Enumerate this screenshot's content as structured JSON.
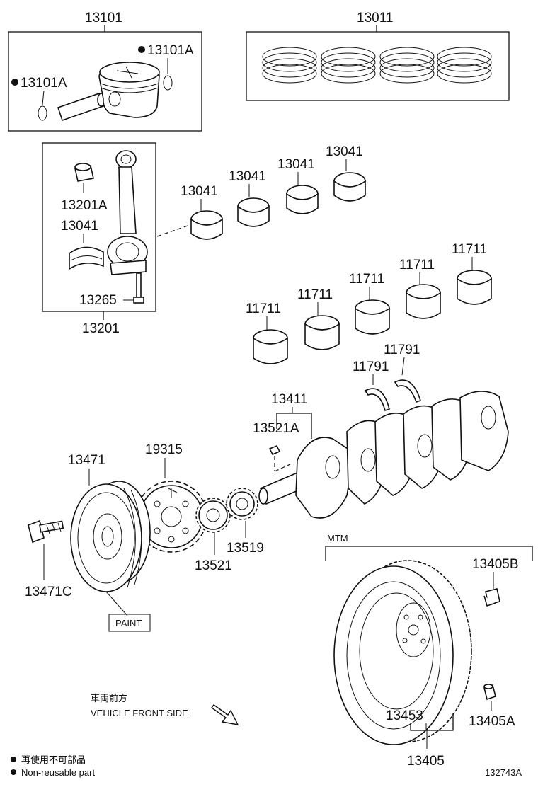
{
  "labels": {
    "p13101": "13101",
    "p13101A_right": "13101A",
    "p13101A_left": "13101A",
    "p13011": "13011",
    "p13041_rod": "13041",
    "p13201A": "13201A",
    "p13265": "13265",
    "p13201": "13201",
    "p13041_1": "13041",
    "p13041_2": "13041",
    "p13041_3": "13041",
    "p13041_4": "13041",
    "p11711_1": "11711",
    "p11711_2": "11711",
    "p11711_3": "11711",
    "p11711_4": "11711",
    "p11711_5": "11711",
    "p11791_1": "11791",
    "p11791_2": "11791",
    "p13411": "13411",
    "p13521A": "13521A",
    "p19315": "19315",
    "p13471": "13471",
    "p13471C": "13471C",
    "p13521": "13521",
    "p13519": "13519",
    "paint": "PAINT",
    "mtm": "MTM",
    "p13405B": "13405B",
    "p13405A": "13405A",
    "p13453": "13453",
    "p13405": "13405",
    "front_jp": "車両前方",
    "front_en": "VEHICLE FRONT SIDE",
    "legend_jp": "再使用不可部品",
    "legend_en": "Non-reusable part",
    "figure_id": "132743A"
  },
  "legend": {
    "bullet_symbol": "non-reusable-dot"
  }
}
